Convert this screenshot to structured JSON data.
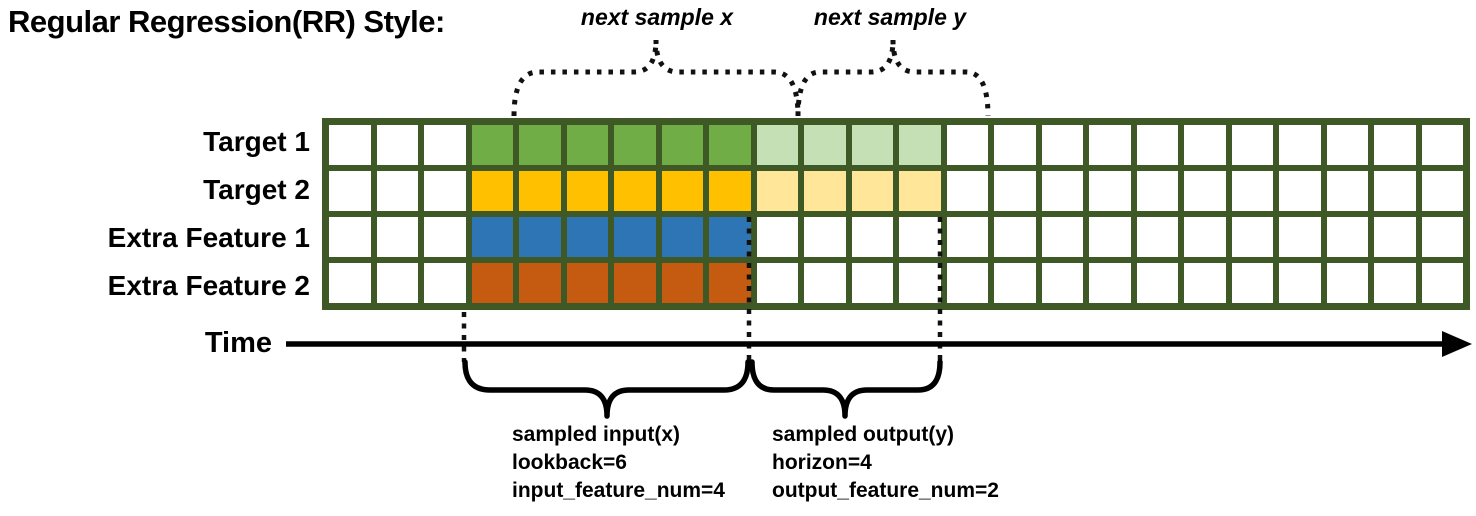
{
  "title": "Regular Regression(RR) Style:",
  "time_label": "Time",
  "colors": {
    "grid_border": "#3F5926",
    "cell_empty": "#FFFFFF",
    "target1_input": "#70AD47",
    "target1_output": "#C5E0B4",
    "target2_input": "#FFC000",
    "target2_output": "#FFE699",
    "extra1_input": "#2E75B6",
    "extra2_input": "#C55A11",
    "line_color": "#000000"
  },
  "grid": {
    "columns": 24,
    "rows": [
      {
        "label": "Target 1",
        "segments": [
          {
            "from": 4,
            "to": 9,
            "color": "#70AD47",
            "meaning": "sampled input lookback"
          },
          {
            "from": 10,
            "to": 13,
            "color": "#C5E0B4",
            "meaning": "sampled output horizon"
          }
        ]
      },
      {
        "label": "Target 2",
        "segments": [
          {
            "from": 4,
            "to": 9,
            "color": "#FFC000",
            "meaning": "sampled input lookback"
          },
          {
            "from": 10,
            "to": 13,
            "color": "#FFE699",
            "meaning": "sampled output horizon"
          }
        ]
      },
      {
        "label": "Extra Feature 1",
        "segments": [
          {
            "from": 4,
            "to": 9,
            "color": "#2E75B6",
            "meaning": "sampled input lookback"
          }
        ]
      },
      {
        "label": "Extra Feature 2",
        "segments": [
          {
            "from": 4,
            "to": 9,
            "color": "#C55A11",
            "meaning": "sampled input lookback"
          }
        ]
      }
    ]
  },
  "annotations": {
    "next_sample_x": "next sample x",
    "next_sample_y": "next sample y",
    "bottom_left": {
      "lines": [
        "sampled input(x)",
        "lookback=6",
        "input_feature_num=4"
      ]
    },
    "bottom_right": {
      "lines": [
        "sampled output(y)",
        "horizon=4",
        "output_feature_num=2"
      ]
    }
  }
}
